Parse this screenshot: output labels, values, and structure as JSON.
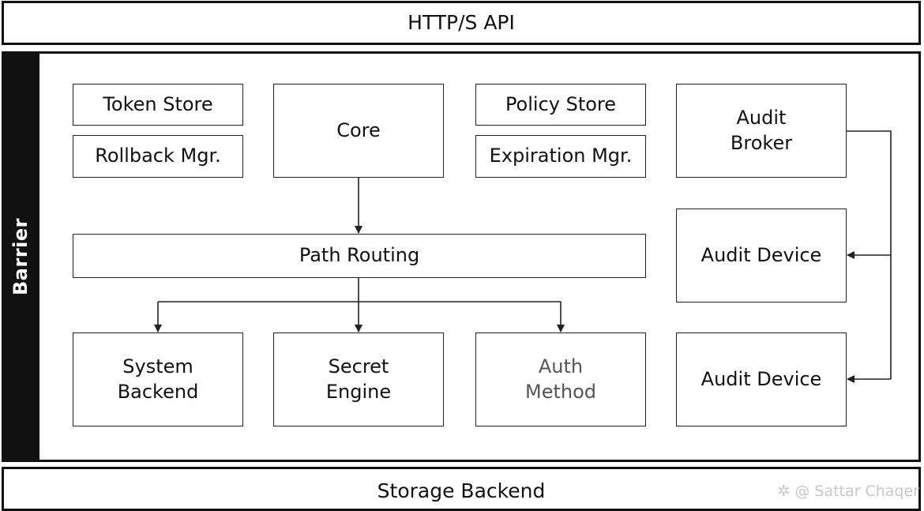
{
  "layers": {
    "api": "HTTP/S API",
    "barrier": "Barrier",
    "storage": "Storage Backend"
  },
  "components": {
    "token_store": "Token Store",
    "rollback_mgr": "Rollback Mgr.",
    "core": "Core",
    "policy_store": "Policy Store",
    "expiration_mgr": "Expiration Mgr.",
    "audit_broker": "Audit\nBroker",
    "path_routing": "Path Routing",
    "audit_device_1": "Audit Device",
    "system_backend": "System\nBackend",
    "secret_engine": "Secret\nEngine",
    "auth_method": "Auth\nMethod",
    "audit_device_2": "Audit Device"
  },
  "watermark": "@ Sattar Chaqer"
}
